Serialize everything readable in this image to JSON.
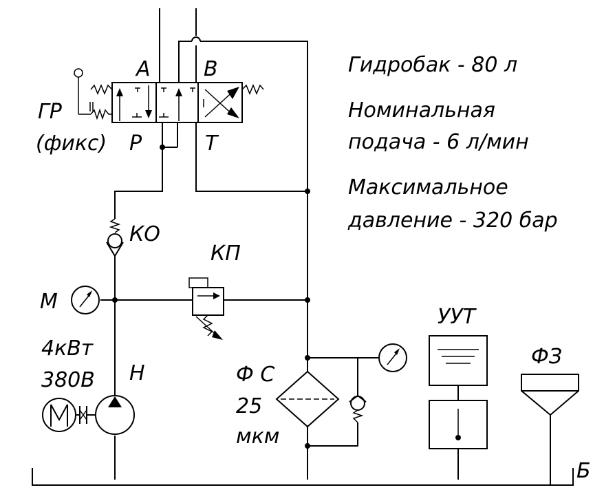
{
  "labels": {
    "port_a": "A",
    "port_b": "B",
    "port_p": "P",
    "port_t": "T",
    "gr_1": "ГР",
    "gr_2": "(фикс)",
    "ko": "КО",
    "kp": "КП",
    "m": "М",
    "power_1": "4кВт",
    "power_2": "380В",
    "h": "Н",
    "fs_1": "Ф С",
    "fs_2": "25",
    "fs_3": "мкм",
    "uut": "УУТ",
    "fz": "ФЗ",
    "b": "Б"
  },
  "specs": {
    "tank": "Гидробак - 80 л",
    "flow_1": "Номинальная",
    "flow_2": "подача  - 6  л/мин",
    "pressure_1": "Максимальное",
    "pressure_2": "давление - 320 бар"
  }
}
